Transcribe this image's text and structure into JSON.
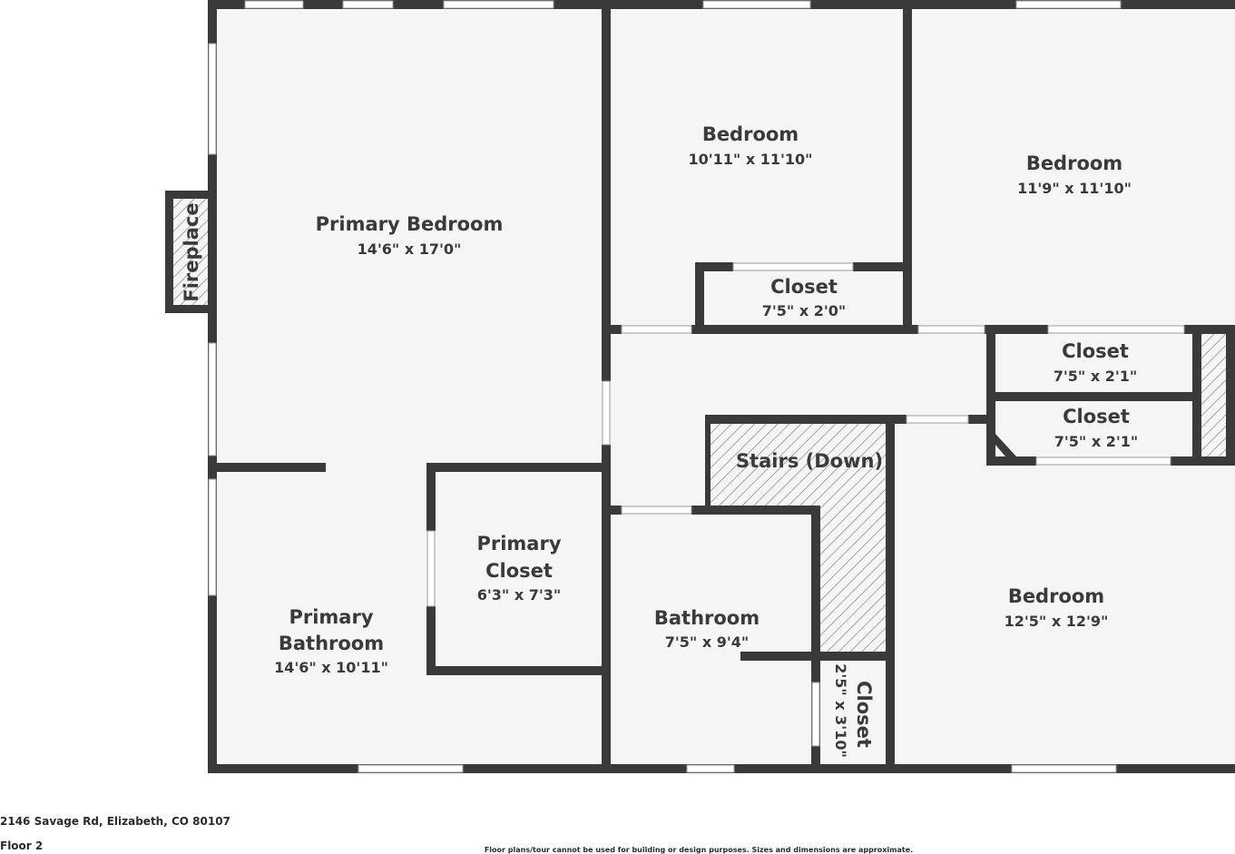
{
  "rooms": {
    "primary_bedroom": {
      "name": "Primary Bedroom",
      "dims": "14'6\" x 17'0\""
    },
    "bedroom_1": {
      "name": "Bedroom",
      "dims": "10'11\" x 11'10\""
    },
    "bedroom_2": {
      "name": "Bedroom",
      "dims": "11'9\" x 11'10\""
    },
    "closet_1": {
      "name": "Closet",
      "dims": "7'5\" x 2'0\""
    },
    "closet_2": {
      "name": "Closet",
      "dims": "7'5\" x 2'1\""
    },
    "closet_3": {
      "name": "Closet",
      "dims": "7'5\" x 2'1\""
    },
    "stairs": {
      "name": "Stairs (Down)"
    },
    "primary_closet": {
      "name_line1": "Primary",
      "name_line2": "Closet",
      "dims": "6'3\" x 7'3\""
    },
    "primary_bathroom": {
      "name_line1": "Primary",
      "name_line2": "Bathroom",
      "dims": "14'6\" x 10'11\""
    },
    "bathroom": {
      "name": "Bathroom",
      "dims": "7'5\" x 9'4\""
    },
    "bedroom_3": {
      "name": "Bedroom",
      "dims": "12'5\" x 12'9\""
    },
    "closet_4": {
      "name": "Closet",
      "dims": "2'5\" x 3'10\""
    },
    "fireplace": {
      "name": "Fireplace"
    }
  },
  "footer": {
    "address": "2146 Savage Rd, Elizabeth, CO 80107",
    "floor": "Floor 2",
    "disclaimer": "Floor plans/tour cannot be used for building or design purposes. Sizes and dimensions are approximate."
  },
  "colors": {
    "wall": "#3a3a3a",
    "floor": "#f5f5f5",
    "background": "#ffffff"
  }
}
